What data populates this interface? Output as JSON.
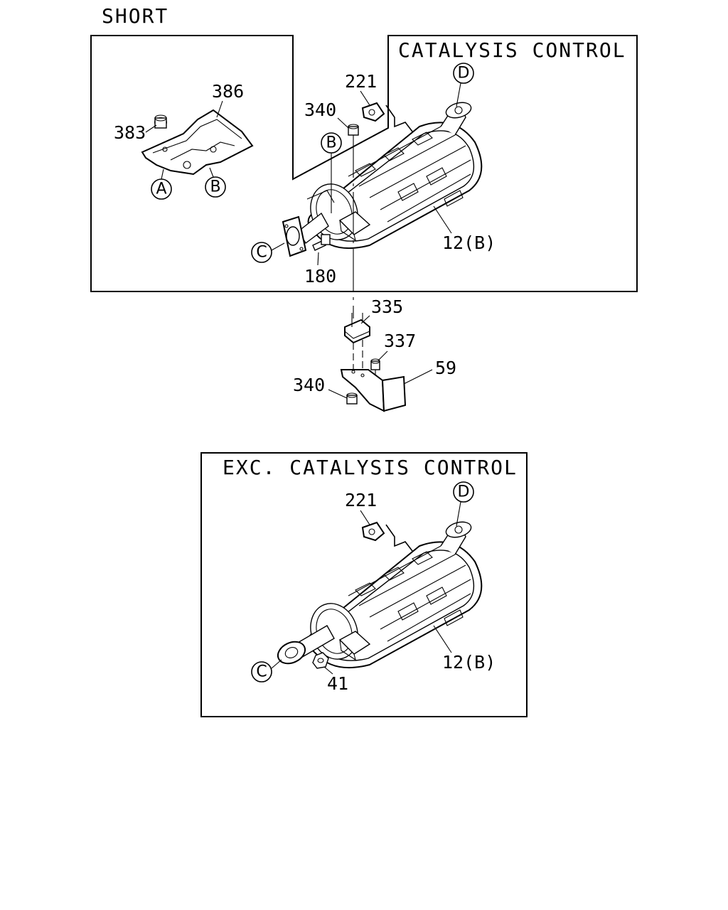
{
  "heading": "SHORT",
  "sections": {
    "catalysis": {
      "title": "CATALYSIS CONTROL",
      "callouts": {
        "p386": "386",
        "p383": "383",
        "p221": "221",
        "p340_top": "340",
        "p12b": "12(B)",
        "p180": "180"
      },
      "refs": {
        "a": "A",
        "b_shield": "B",
        "b_muffler": "B",
        "c": "C",
        "d": "D"
      }
    },
    "hanger": {
      "callouts": {
        "p335": "335",
        "p337": "337",
        "p59": "59",
        "p340_bottom": "340"
      }
    },
    "exc_catalysis": {
      "title": "EXC. CATALYSIS CONTROL",
      "callouts": {
        "p221": "221",
        "p12b": "12(B)",
        "p41": "41"
      },
      "refs": {
        "c": "C",
        "d": "D"
      }
    }
  }
}
